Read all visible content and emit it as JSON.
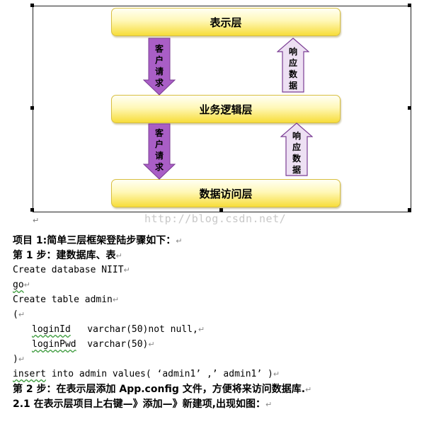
{
  "diagram": {
    "layers": [
      "表示层",
      "业务逻辑层",
      "数据访问层"
    ],
    "request_label_chars": [
      "客",
      "户",
      "请",
      "求"
    ],
    "response_label_chars": [
      "响",
      "应",
      "数",
      "据"
    ],
    "colors": {
      "layer_fill_top": "#fffff4",
      "layer_fill_bottom": "#f7dd3a",
      "request_arrow": "#a95ec6",
      "response_arrow": "#ede0f3",
      "arrow_outline": "#7a3c93"
    }
  },
  "watermark": "http://blog.csdn.net/",
  "paragraph_mark": "↵",
  "lines": [
    {
      "text": "项目 1:简单三层框架登陆步骤如下：",
      "kind": "cn"
    },
    {
      "text": "第 1 步：建数据库、表",
      "kind": "cn"
    },
    {
      "text": "Create database NIIT",
      "kind": "code"
    },
    {
      "text": "go",
      "kind": "code"
    },
    {
      "text": "Create table admin",
      "kind": "code"
    },
    {
      "text": "(",
      "kind": "code"
    },
    {
      "pre": "loginId",
      "post": "   varchar(50)not null,",
      "kind": "code"
    },
    {
      "pre": "loginPwd",
      "post": "  varchar(50)",
      "kind": "code"
    },
    {
      "text": ")",
      "kind": "code"
    },
    {
      "pre": "insert",
      "post": " into admin values( ‘admin1’ ,’ admin1’ )",
      "kind": "code"
    },
    {
      "text": "第 2 步：在表示层添加 App.config 文件，方便将来访问数据库.",
      "kind": "cn"
    },
    {
      "text": "2.1 在表示层项目上右键—》添加—》新建项,出现如图：",
      "kind": "cn"
    }
  ]
}
